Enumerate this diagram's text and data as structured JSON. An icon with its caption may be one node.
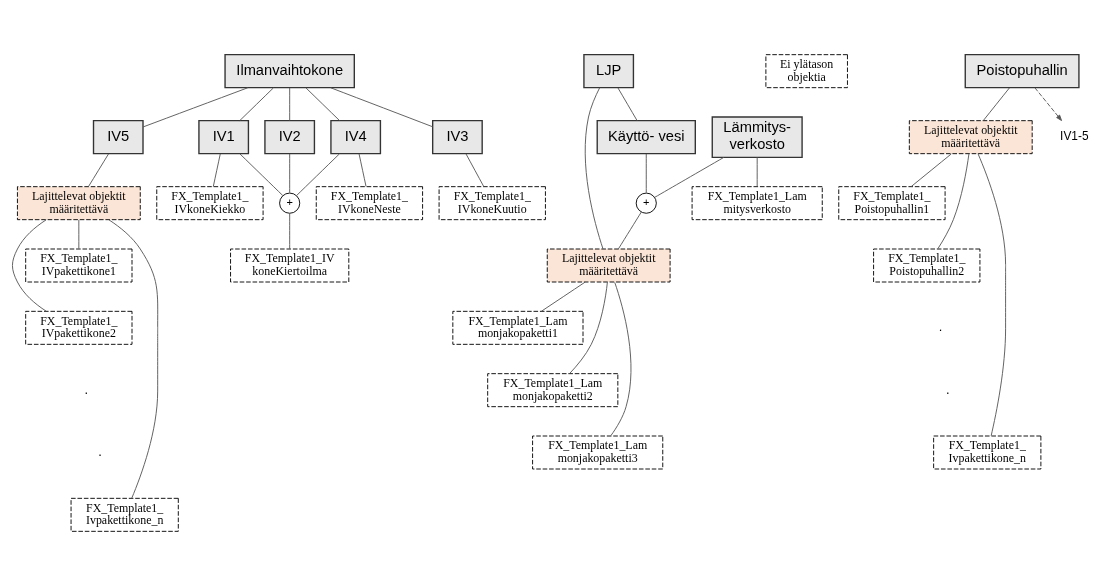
{
  "diagram": {
    "nodes": [
      {
        "text": [
          "Ilmanvaihtokone"
        ]
      },
      {
        "text": [
          "IV5"
        ]
      },
      {
        "text": [
          "IV2"
        ]
      },
      {
        "text": [
          "IV1"
        ]
      },
      {
        "text": [
          "IV3"
        ]
      },
      {
        "text": [
          "IV4"
        ]
      },
      {
        "text": [
          "+"
        ]
      },
      {
        "text": [
          "FX_Template1_ IVkoneKiekko"
        ]
      },
      {
        "text": [
          "FX_Template1_ IVkoneNeste"
        ]
      },
      {
        "text": [
          "FX_Template1_IV koneKiertoilma"
        ]
      },
      {
        "text": [
          "FX_Template1_ IVkoneKuutio"
        ]
      },
      {
        "text": [
          "Lajittelevat objektit määritettävä"
        ]
      },
      {
        "text": [
          "FX_Template1_ IVpakettikone1"
        ]
      },
      {
        "text": [
          "FX_Template1_ IVpakettikone2"
        ]
      },
      {
        "text": [
          "FX_Template1_ Ivpakettikone_n"
        ]
      },
      {
        "text": [
          "LJP"
        ]
      },
      {
        "text": [
          "Käyttö- vesi"
        ]
      },
      {
        "text": [
          "Lämmitys- verkosto"
        ]
      },
      {
        "text": [
          "+"
        ]
      },
      {
        "text": [
          "Lajittelevat objektit määritettävä"
        ]
      },
      {
        "text": [
          "FX_Template1_Lam mitysverkosto"
        ]
      },
      {
        "text": [
          "FX_Template1_Lam monjakopaketti1"
        ]
      },
      {
        "text": [
          "FX_Template1_Lam monjakopaketti2"
        ]
      },
      {
        "text": [
          "FX_Template1_Lam monjakopaketti3"
        ]
      },
      {
        "text": [
          "Ei ylätason objektia"
        ]
      },
      {
        "text": [
          "Poistopuhallin"
        ]
      },
      {
        "text": [
          "Lajittelevat objektit määritettävä"
        ]
      },
      {
        "text": [
          "FX_Template1_ Poistopuhallin1"
        ]
      },
      {
        "text": [
          "FX_Template1_ Poistopuhallin2"
        ]
      },
      {
        "text": [
          "FX_Template1_ Ivpakettikone_n"
        ]
      },
      {
        "text": [
          "IV1-5"
        ]
      }
    ],
    "edges": [
      {
        "from": 0,
        "to": 2,
        "arrow": "none"
      },
      {
        "from": 0,
        "to": 3,
        "arrow": "none"
      },
      {
        "from": 0,
        "to": 4,
        "arrow": "none"
      },
      {
        "from": 0,
        "to": 5,
        "arrow": "none"
      },
      {
        "from": 0,
        "to": 1,
        "arrow": "none"
      },
      {
        "from": 2,
        "to": 6,
        "arrow": "none"
      },
      {
        "from": 3,
        "to": 6,
        "arrow": "none"
      },
      {
        "from": 5,
        "to": 6,
        "arrow": "none"
      },
      {
        "from": 3,
        "to": 7,
        "arrow": "none"
      },
      {
        "from": 5,
        "to": 8,
        "arrow": "none"
      },
      {
        "from": 6,
        "to": 9,
        "arrow": "none"
      },
      {
        "from": 4,
        "to": 10,
        "arrow": "none"
      },
      {
        "from": 1,
        "to": 11,
        "arrow": "none"
      },
      {
        "from": 11,
        "to": 12,
        "arrow": "none"
      },
      {
        "from": 11,
        "to": 13,
        "arrow": "none"
      },
      {
        "from": 11,
        "to": 14,
        "arrow": "none"
      },
      {
        "from": 15,
        "to": 16,
        "arrow": "none"
      },
      {
        "from": 15,
        "to": 19,
        "arrow": "none"
      },
      {
        "from": 16,
        "to": 18,
        "arrow": "none"
      },
      {
        "from": 17,
        "to": 18,
        "arrow": "none"
      },
      {
        "from": 18,
        "to": 19,
        "arrow": "none"
      },
      {
        "from": 17,
        "to": 20,
        "arrow": "none"
      },
      {
        "from": 19,
        "to": 21,
        "arrow": "none"
      },
      {
        "from": 19,
        "to": 22,
        "arrow": "none"
      },
      {
        "from": 19,
        "to": 23,
        "arrow": "none"
      },
      {
        "from": 25,
        "to": 30,
        "arrow": "to",
        "style": "dashed"
      },
      {
        "from": 25,
        "to": 26,
        "arrow": "none"
      },
      {
        "from": 26,
        "to": 27,
        "arrow": "none"
      },
      {
        "from": 26,
        "to": 28,
        "arrow": "none"
      },
      {
        "from": 26,
        "to": 29,
        "arrow": "none"
      }
    ],
    "labels": [
      ".",
      ".",
      ".",
      "."
    ]
  }
}
